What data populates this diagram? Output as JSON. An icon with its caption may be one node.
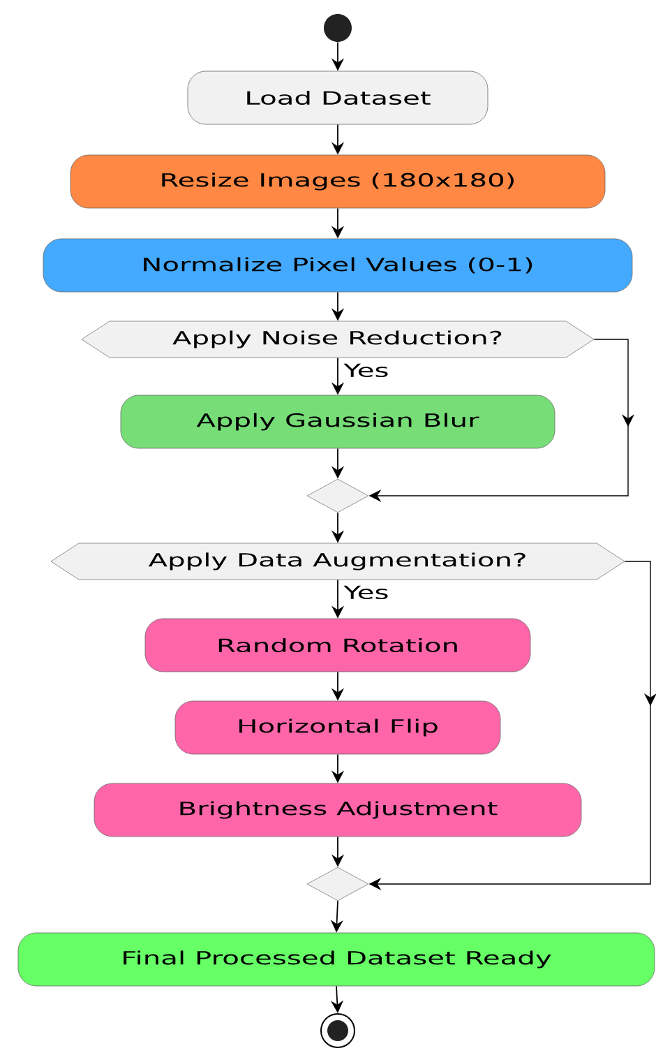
{
  "diagram": {
    "nodes": [
      {
        "text": [],
        "shape": "circle"
      },
      {
        "text": [
          "Load Dataset"
        ]
      },
      {
        "text": [
          "Resize Images (180x180)"
        ]
      },
      {
        "text": [
          "Normalize Pixel Values (0-1)"
        ]
      },
      {
        "text": [
          "Apply Noise Reduction?"
        ]
      },
      {
        "text": [
          "Apply Gaussian Blur"
        ]
      },
      {
        "text": [],
        "shape": "diamond"
      },
      {
        "text": [
          "Apply Data Augmentation?"
        ]
      },
      {
        "text": [
          "Random Rotation"
        ]
      },
      {
        "text": [
          "Horizontal Flip"
        ]
      },
      {
        "text": [
          "Brightness Adjustment"
        ]
      },
      {
        "text": [],
        "shape": "diamond"
      },
      {
        "text": [
          "Final Processed Dataset Ready"
        ]
      },
      {
        "text": [],
        "shape": "circle"
      }
    ],
    "edges": [
      {
        "from": 0,
        "to": 1,
        "arrow": "to"
      },
      {
        "from": 1,
        "to": 2,
        "arrow": "to"
      },
      {
        "from": 2,
        "to": 3,
        "arrow": "to"
      },
      {
        "from": 3,
        "to": 4,
        "arrow": "to"
      },
      {
        "from": 4,
        "to": 5,
        "arrow": "to",
        "label": "Yes"
      },
      {
        "from": 5,
        "to": 6,
        "arrow": "to"
      },
      {
        "from": 4,
        "to": 6,
        "arrow": "to"
      },
      {
        "from": 6,
        "to": 7,
        "arrow": "to"
      },
      {
        "from": 7,
        "to": 8,
        "arrow": "to",
        "label": "Yes"
      },
      {
        "from": 8,
        "to": 9,
        "arrow": "to"
      },
      {
        "from": 9,
        "to": 10,
        "arrow": "to"
      },
      {
        "from": 10,
        "to": 11,
        "arrow": "to"
      },
      {
        "from": 7,
        "to": 11,
        "arrow": "to"
      },
      {
        "from": 11,
        "to": 12,
        "arrow": "to"
      },
      {
        "from": 12,
        "to": 13,
        "arrow": "to"
      }
    ]
  }
}
